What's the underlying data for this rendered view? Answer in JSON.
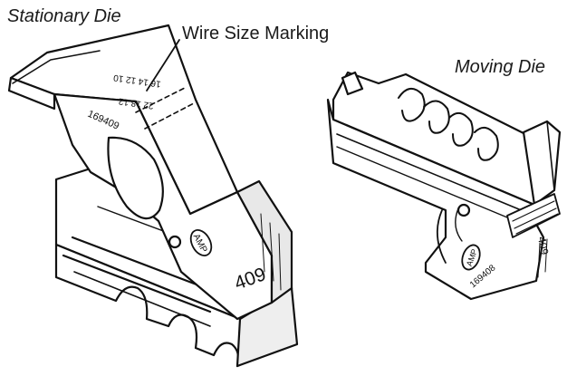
{
  "labels": {
    "stationary_die": "Stationary Die",
    "wire_size_marking": "Wire Size Marking",
    "moving_die": "Moving Die"
  },
  "stationary_markings": {
    "die_number": "409",
    "part_number": "169409",
    "wire_sizes_row1": "16 14 12 10",
    "wire_sizes_row2": "22 18 12",
    "brand": "AMP"
  },
  "moving_markings": {
    "part_number": "169408",
    "brand": "AMP",
    "die_number": "409"
  },
  "colors": {
    "ink": "#111111",
    "paper": "#ffffff"
  }
}
